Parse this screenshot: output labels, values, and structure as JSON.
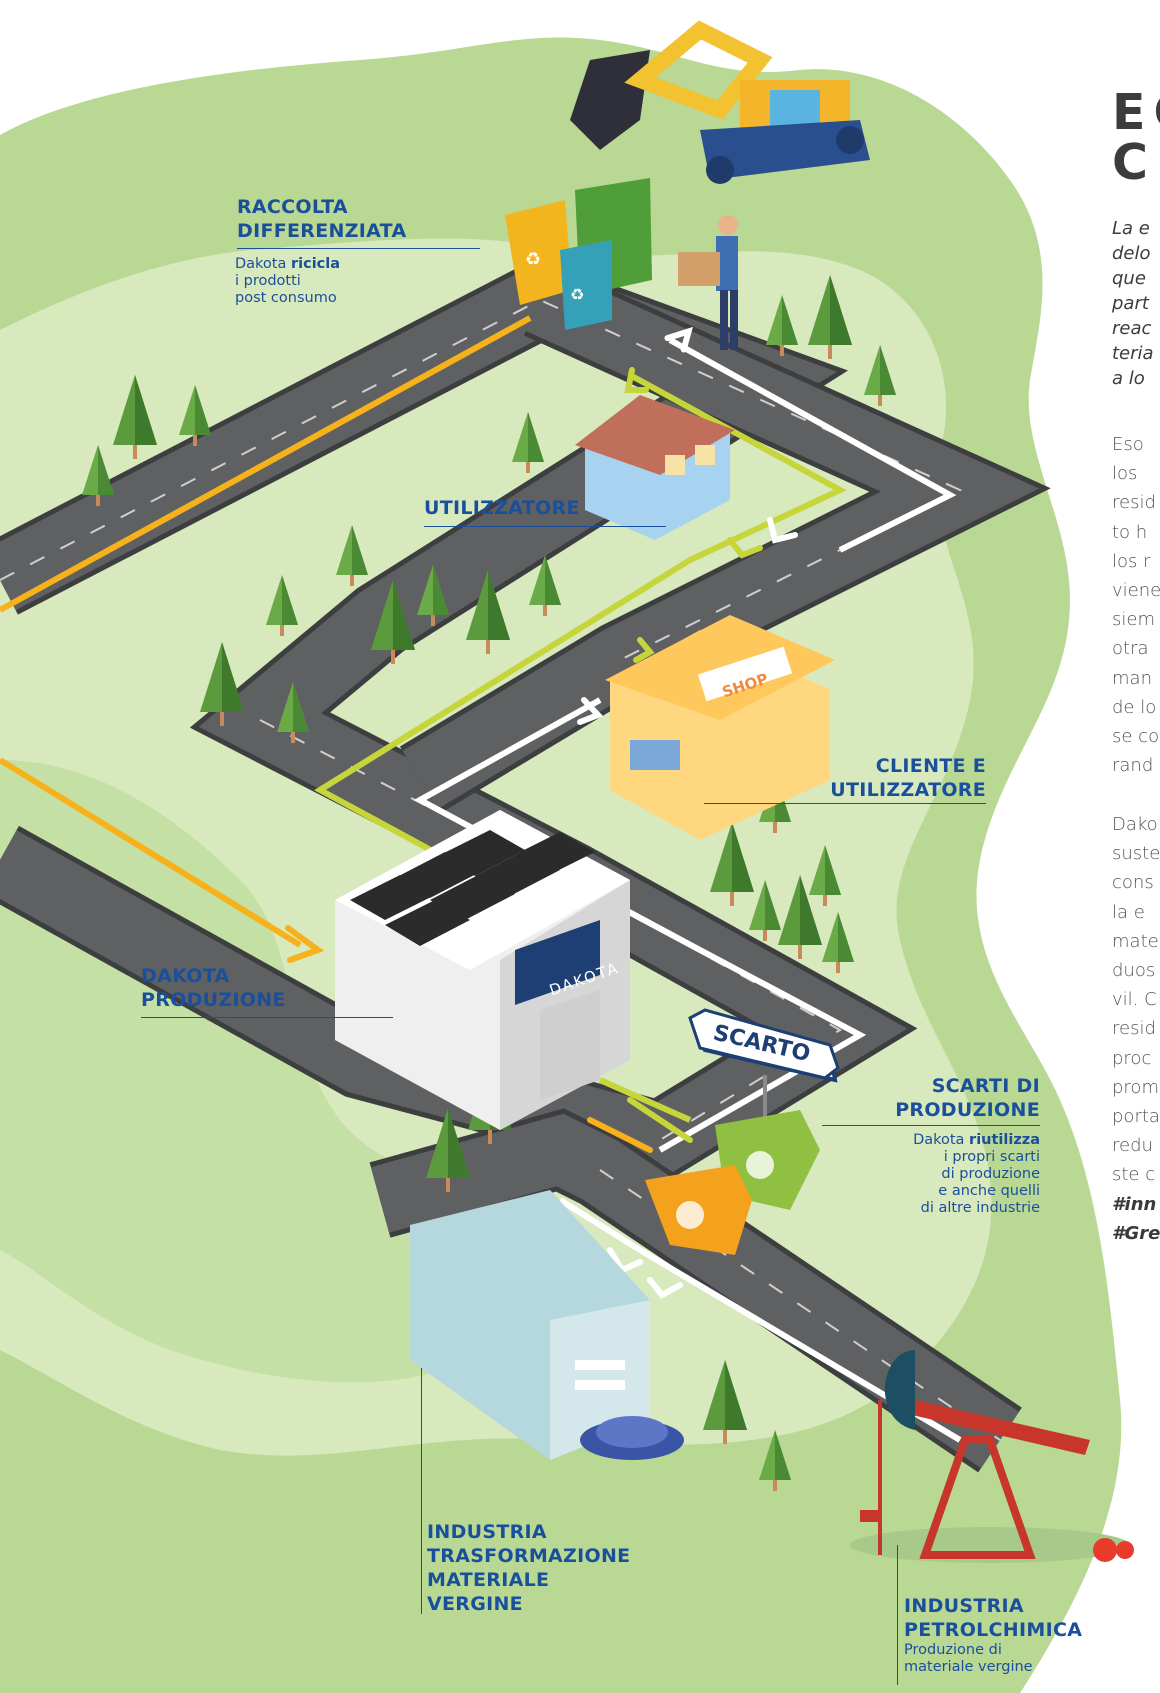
{
  "title_lines": [
    "EC",
    "CI"
  ],
  "intro_lines": [
    "La e",
    "delo",
    "que",
    "part",
    "reac",
    "teria",
    "a lo"
  ],
  "body1_lines": [
    "Eso",
    "los",
    "resid",
    "to h",
    "los r",
    "viene",
    "siem",
    "otra",
    "man",
    "de lo",
    "se co",
    "rand"
  ],
  "body2_lines": [
    "Dako",
    "suste",
    "cons",
    "la e",
    "mate",
    "duos",
    "vil. C",
    "resid",
    "proc",
    "prom",
    "porta",
    "redu",
    "ste c"
  ],
  "hashtags": [
    "#inn",
    "#Gre"
  ],
  "stations": {
    "raccolta": {
      "title1": "RACCOLTA",
      "title2": "DIFFERENZIATA",
      "sub_pre": "Dakota ",
      "sub_bold": "ricicla",
      "sub2": "i prodotti",
      "sub3": "post consumo"
    },
    "utilizzatore": {
      "title": "UTILIZZATORE"
    },
    "cliente": {
      "title1": "CLIENTE E",
      "title2": "UTILIZZATORE"
    },
    "produzione": {
      "title1": "DAKOTA",
      "title2": "PRODUZIONE"
    },
    "scarti": {
      "title1": "SCARTI DI",
      "title2": "PRODUZIONE",
      "sub_pre": "Dakota ",
      "sub_bold": "riutilizza",
      "sub2": "i propri scarti",
      "sub3": "di produzione",
      "sub4": "e anche quelli",
      "sub5": "di altre industrie"
    },
    "trasformazione": {
      "l1": "INDUSTRIA",
      "l2": "TRASFORMAZIONE",
      "l3": "MATERIALE",
      "l4": "VERGINE"
    },
    "petrolchimica": {
      "l1": "INDUSTRIA",
      "l2": "PETROLCHIMICA",
      "sub1": "Produzione di",
      "sub2": "materiale vergine"
    }
  },
  "signs": {
    "shop": "SHOP",
    "brand": "DAKOTA",
    "scarto": "SCARTO"
  },
  "colors": {
    "light_green": "#b9d893",
    "pale_green": "#d7e9bd",
    "road": "#5f6062",
    "road_edge": "#3d3e40",
    "yellow_line": "#f7b21b",
    "lime_line": "#c6d63a",
    "label_blue": "#1a4f9c",
    "tree": "#5b9b3d",
    "tree_dark": "#3f7a2c"
  },
  "icons": [
    "excavator-icon",
    "recycle-bin-icon",
    "person-carrying-box-icon",
    "house-icon",
    "shop-icon",
    "factory-icon",
    "solar-panel-icon",
    "scarto-sign-icon",
    "waste-container-icon",
    "plastic-granules-icon",
    "oil-pump-icon",
    "tree-icon",
    "arrow-icon"
  ]
}
